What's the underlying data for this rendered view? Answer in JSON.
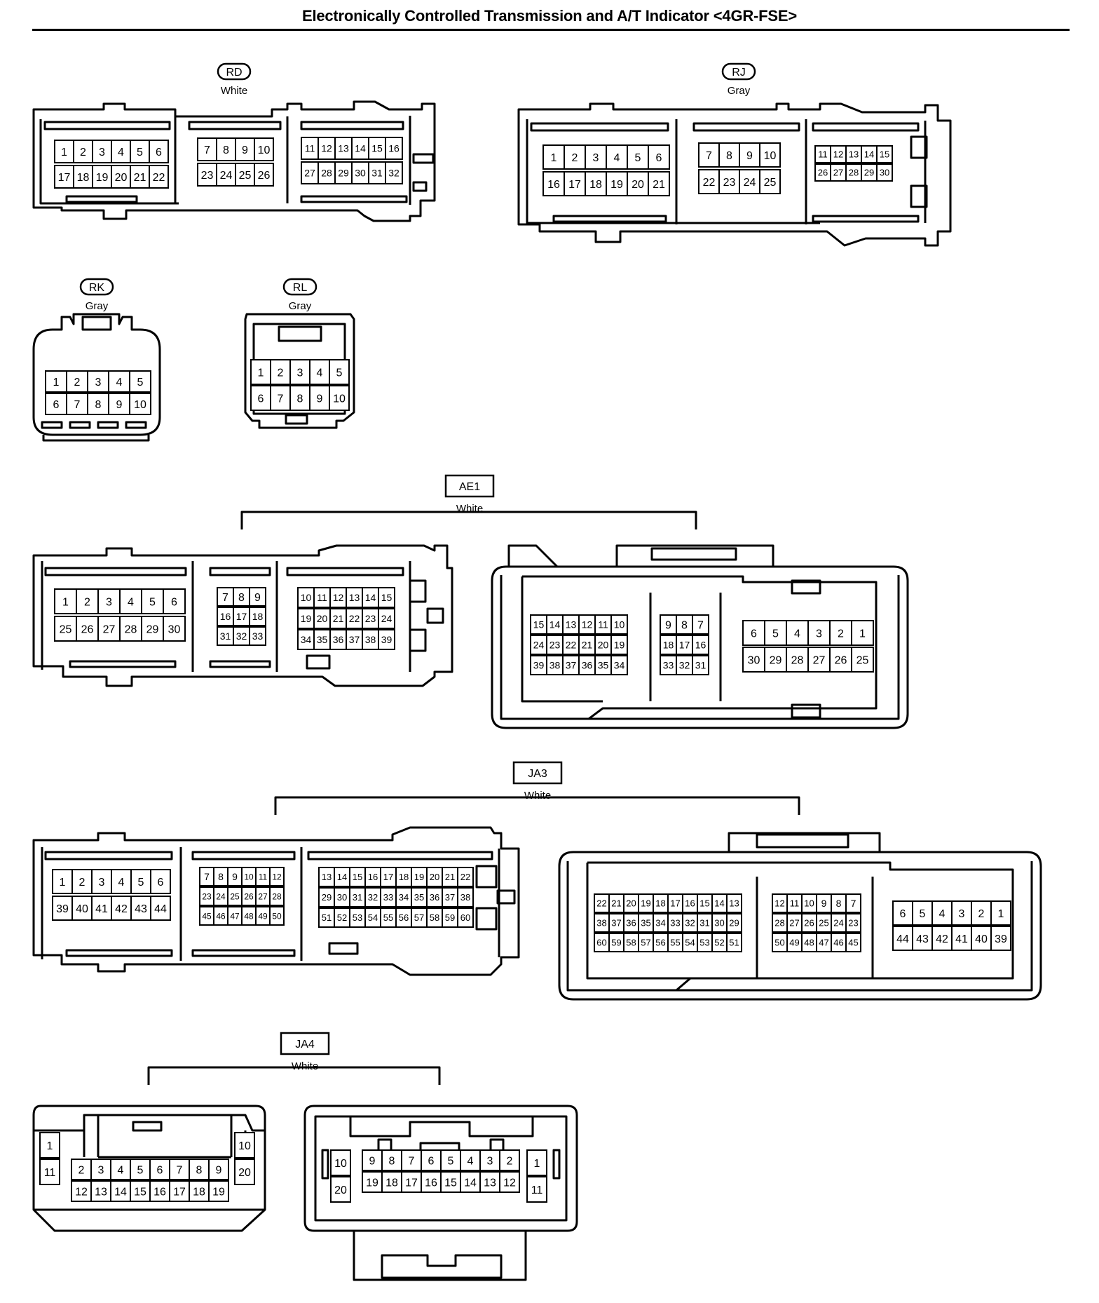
{
  "page": {
    "title": "Electronically Controlled Transmission and A/T Indicator <4GR-FSE>"
  },
  "connectors": [
    {
      "code": "RD",
      "style": "pill",
      "color": "White",
      "pins": [
        [
          "1",
          "2",
          "3",
          "4",
          "5",
          "6"
        ],
        [
          "17",
          "18",
          "19",
          "20",
          "21",
          "22"
        ],
        [
          "7",
          "8",
          "9",
          "10"
        ],
        [
          "23",
          "24",
          "25",
          "26"
        ],
        [
          "11",
          "12",
          "13",
          "14",
          "15",
          "16"
        ],
        [
          "27",
          "28",
          "29",
          "30",
          "31",
          "32"
        ]
      ]
    },
    {
      "code": "RJ",
      "style": "pill",
      "color": "Gray",
      "pins": [
        [
          "1",
          "2",
          "3",
          "4",
          "5",
          "6"
        ],
        [
          "16",
          "17",
          "18",
          "19",
          "20",
          "21"
        ],
        [
          "7",
          "8",
          "9",
          "10"
        ],
        [
          "22",
          "23",
          "24",
          "25"
        ],
        [
          "11",
          "12",
          "13",
          "14",
          "15"
        ],
        [
          "26",
          "27",
          "28",
          "29",
          "30"
        ]
      ]
    },
    {
      "code": "RK",
      "style": "pill",
      "color": "Gray",
      "pins": [
        [
          "1",
          "2",
          "3",
          "4",
          "5"
        ],
        [
          "6",
          "7",
          "8",
          "9",
          "10"
        ]
      ]
    },
    {
      "code": "RL",
      "style": "pill",
      "color": "Gray",
      "pins": [
        [
          "1",
          "2",
          "3",
          "4",
          "5"
        ],
        [
          "6",
          "7",
          "8",
          "9",
          "10"
        ]
      ]
    },
    {
      "code": "AE1",
      "style": "box",
      "color": "White",
      "pins": [
        [
          "1",
          "2",
          "3",
          "4",
          "5",
          "6"
        ],
        [
          "25",
          "26",
          "27",
          "28",
          "29",
          "30"
        ],
        [
          "7",
          "8",
          "9"
        ],
        [
          "16",
          "17",
          "18"
        ],
        [
          "31",
          "32",
          "33"
        ],
        [
          "10",
          "11",
          "12",
          "13",
          "14",
          "15"
        ],
        [
          "19",
          "20",
          "21",
          "22",
          "23",
          "24"
        ],
        [
          "34",
          "35",
          "36",
          "37",
          "38",
          "39"
        ],
        [
          "15",
          "14",
          "13",
          "12",
          "11",
          "10"
        ],
        [
          "24",
          "23",
          "22",
          "21",
          "20",
          "19"
        ],
        [
          "39",
          "38",
          "37",
          "36",
          "35",
          "34"
        ],
        [
          "9",
          "8",
          "7"
        ],
        [
          "18",
          "17",
          "16"
        ],
        [
          "33",
          "32",
          "31"
        ],
        [
          "6",
          "5",
          "4",
          "3",
          "2",
          "1"
        ],
        [
          "30",
          "29",
          "28",
          "27",
          "26",
          "25"
        ]
      ]
    },
    {
      "code": "JA3",
      "style": "box",
      "color": "White",
      "pins": [
        [
          "1",
          "2",
          "3",
          "4",
          "5",
          "6"
        ],
        [
          "39",
          "40",
          "41",
          "42",
          "43",
          "44"
        ],
        [
          "7",
          "8",
          "9",
          "10",
          "11",
          "12"
        ],
        [
          "23",
          "24",
          "25",
          "26",
          "27",
          "28"
        ],
        [
          "45",
          "46",
          "47",
          "48",
          "49",
          "50"
        ],
        [
          "13",
          "14",
          "15",
          "16",
          "17",
          "18",
          "19",
          "20",
          "21",
          "22"
        ],
        [
          "29",
          "30",
          "31",
          "32",
          "33",
          "34",
          "35",
          "36",
          "37",
          "38"
        ],
        [
          "51",
          "52",
          "53",
          "54",
          "55",
          "56",
          "57",
          "58",
          "59",
          "60"
        ],
        [
          "22",
          "21",
          "20",
          "19",
          "18",
          "17",
          "16",
          "15",
          "14",
          "13"
        ],
        [
          "38",
          "37",
          "36",
          "35",
          "34",
          "33",
          "32",
          "31",
          "30",
          "29"
        ],
        [
          "60",
          "59",
          "58",
          "57",
          "56",
          "55",
          "54",
          "53",
          "52",
          "51"
        ],
        [
          "12",
          "11",
          "10",
          "9",
          "8",
          "7"
        ],
        [
          "28",
          "27",
          "26",
          "25",
          "24",
          "23"
        ],
        [
          "50",
          "49",
          "48",
          "47",
          "46",
          "45"
        ],
        [
          "6",
          "5",
          "4",
          "3",
          "2",
          "1"
        ],
        [
          "44",
          "43",
          "42",
          "41",
          "40",
          "39"
        ]
      ]
    },
    {
      "code": "JA4",
      "style": "box",
      "color": "White",
      "pins": [
        [
          "1"
        ],
        [
          "11"
        ],
        [
          "2",
          "3",
          "4",
          "5",
          "6",
          "7",
          "8",
          "9"
        ],
        [
          "12",
          "13",
          "14",
          "15",
          "16",
          "17",
          "18",
          "19"
        ],
        [
          "10"
        ],
        [
          "20"
        ],
        [
          "10"
        ],
        [
          "20"
        ],
        [
          "9",
          "8",
          "7",
          "6",
          "5",
          "4",
          "3",
          "2"
        ],
        [
          "19",
          "18",
          "17",
          "16",
          "15",
          "14",
          "13",
          "12"
        ],
        [
          "1"
        ],
        [
          "11"
        ]
      ]
    }
  ]
}
